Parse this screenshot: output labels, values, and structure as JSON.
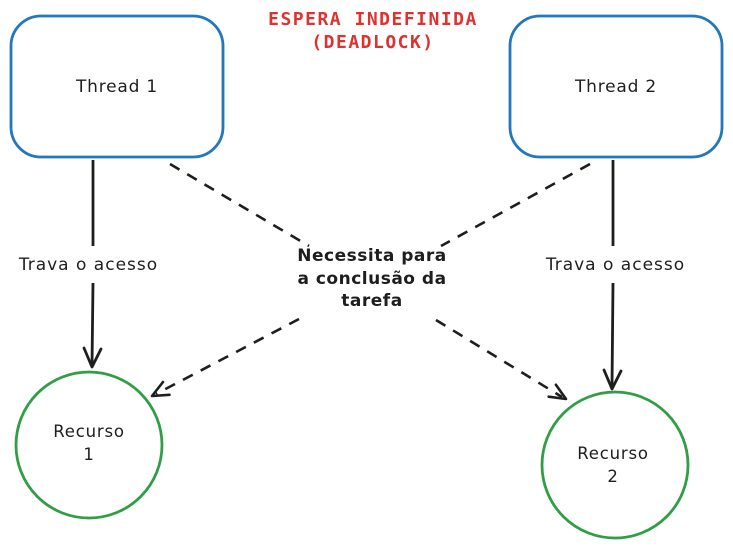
{
  "title": {
    "line1": "ESPERA INDEFINIDA",
    "line2": "(DEADLOCK)"
  },
  "nodes": {
    "thread1": {
      "label": "Thread 1",
      "shape": "rounded-rectangle"
    },
    "thread2": {
      "label": "Thread 2",
      "shape": "rounded-rectangle"
    },
    "recurso1": {
      "line1": "Recurso",
      "line2": "1",
      "shape": "circle"
    },
    "recurso2": {
      "line1": "Recurso",
      "line2": "2",
      "shape": "circle"
    }
  },
  "edges": {
    "lock_left": {
      "label": "Trava o acesso",
      "from": "thread1",
      "to": "recurso1",
      "style": "solid-arrow"
    },
    "lock_right": {
      "label": "Trava o acesso",
      "from": "thread2",
      "to": "recurso2",
      "style": "solid-arrow"
    },
    "need_left": {
      "from": "thread1",
      "to": "recurso2",
      "style": "dashed-arrow"
    },
    "need_right": {
      "from": "thread2",
      "to": "recurso1",
      "style": "dashed-arrow"
    },
    "need": {
      "line1": "Necessita para",
      "line2": "a conclusão da",
      "line3": "tarefa"
    }
  },
  "colors": {
    "thread_stroke": "#2277bd",
    "resource_stroke": "#2f9e44",
    "title_text": "#e03131",
    "diagram_text": "#1e1e1e",
    "background": "#ffffff"
  }
}
